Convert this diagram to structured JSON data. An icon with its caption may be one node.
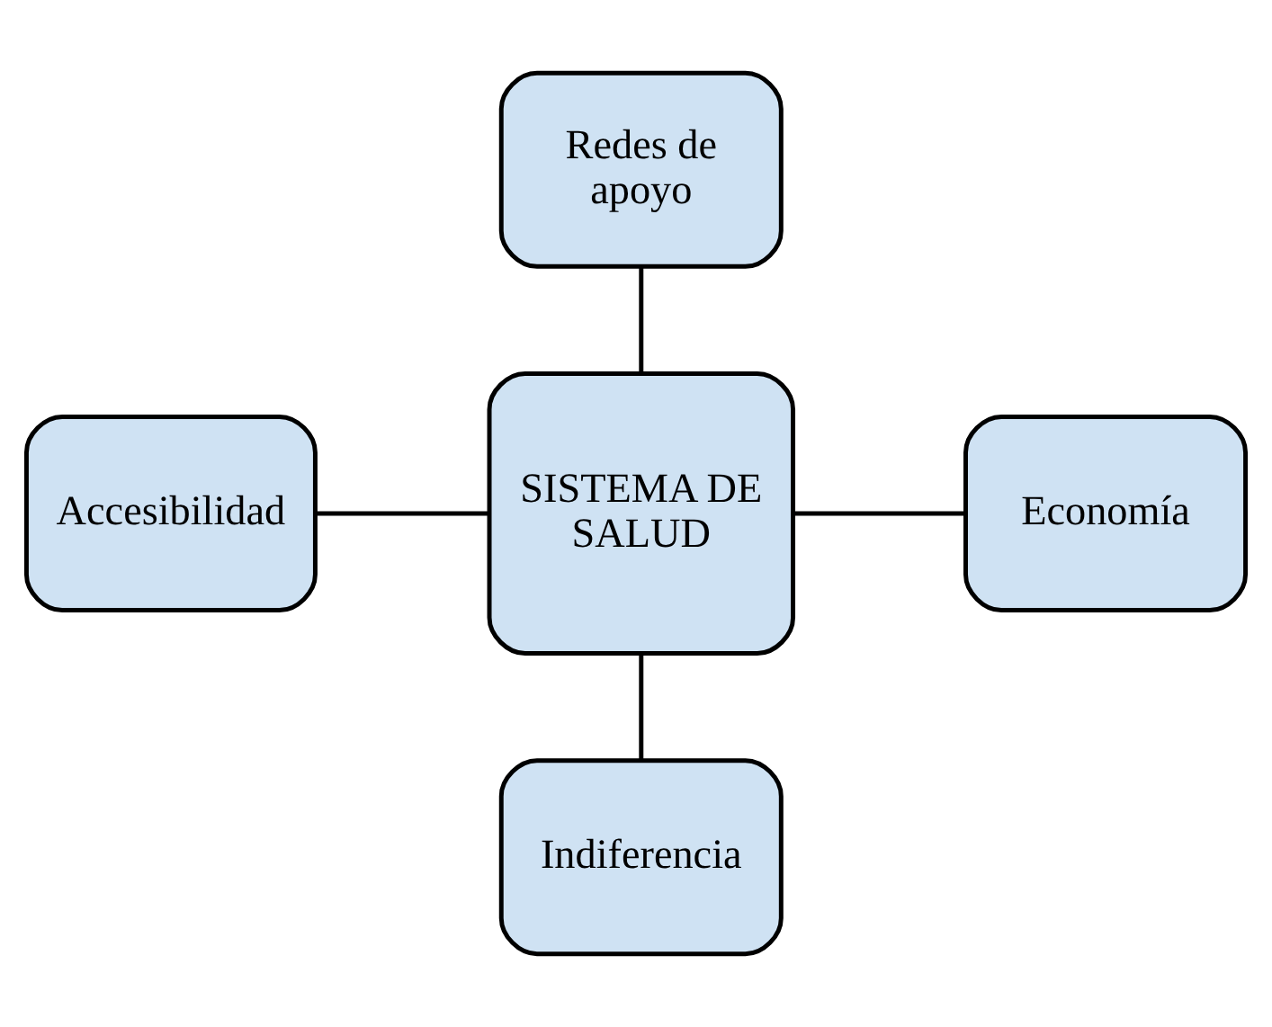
{
  "diagram": {
    "nodes": [
      {
        "text": [
          "Redes de apoyo"
        ]
      },
      {
        "text": [
          "Accesibilidad"
        ]
      },
      {
        "text": [
          "SISTEMA DE SALUD"
        ]
      },
      {
        "text": [
          "Economía"
        ]
      },
      {
        "text": [
          "Indiferencia"
        ]
      }
    ],
    "edges": [
      {
        "from": 0,
        "to": 2,
        "arrow": "none"
      },
      {
        "from": 1,
        "to": 2,
        "arrow": "none"
      },
      {
        "from": 2,
        "to": 3,
        "arrow": "none"
      },
      {
        "from": 2,
        "to": 4,
        "arrow": "none"
      }
    ]
  }
}
